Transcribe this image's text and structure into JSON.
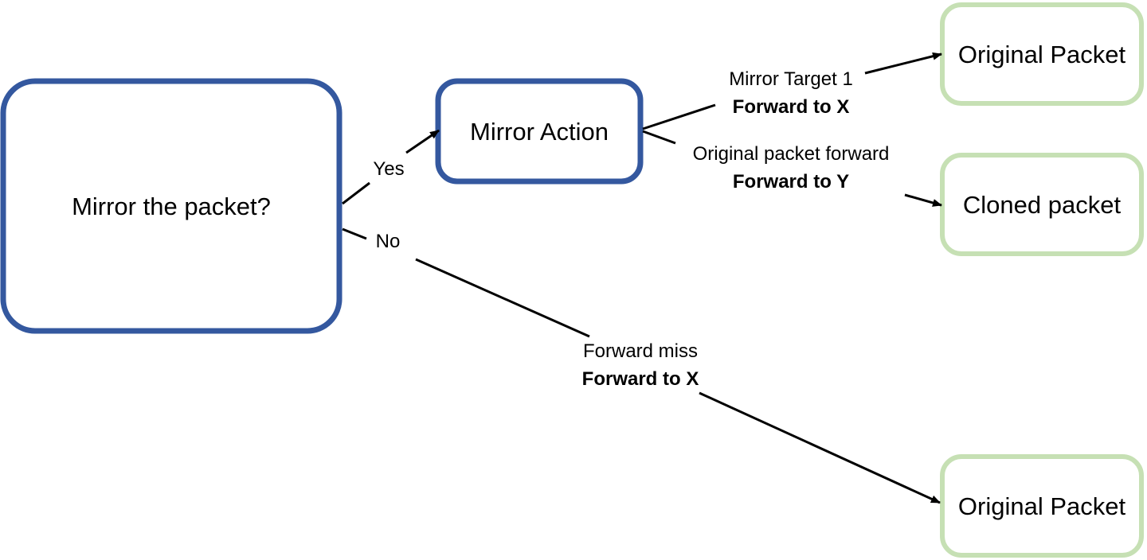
{
  "colors": {
    "decision_border": "#34589f",
    "result_border": "#c6e0b4",
    "edge": "#000000",
    "text": "#000000"
  },
  "nodes": {
    "mirror_decision": {
      "label": "Mirror the packet?"
    },
    "mirror_action": {
      "label": "Mirror Action"
    },
    "original_packet_top": {
      "label": "Original Packet"
    },
    "cloned_packet": {
      "label": "Cloned packet"
    },
    "original_packet_bottom": {
      "label": "Original Packet"
    }
  },
  "edges": {
    "yes": {
      "label": "Yes"
    },
    "no": {
      "label": "No"
    },
    "mirror_target": {
      "line1": "Mirror Target 1",
      "line2": "Forward to X"
    },
    "original_forward": {
      "line1": "Original packet forward",
      "line2": "Forward to Y"
    },
    "forward_miss": {
      "line1": "Forward miss",
      "line2": "Forward to X"
    }
  }
}
